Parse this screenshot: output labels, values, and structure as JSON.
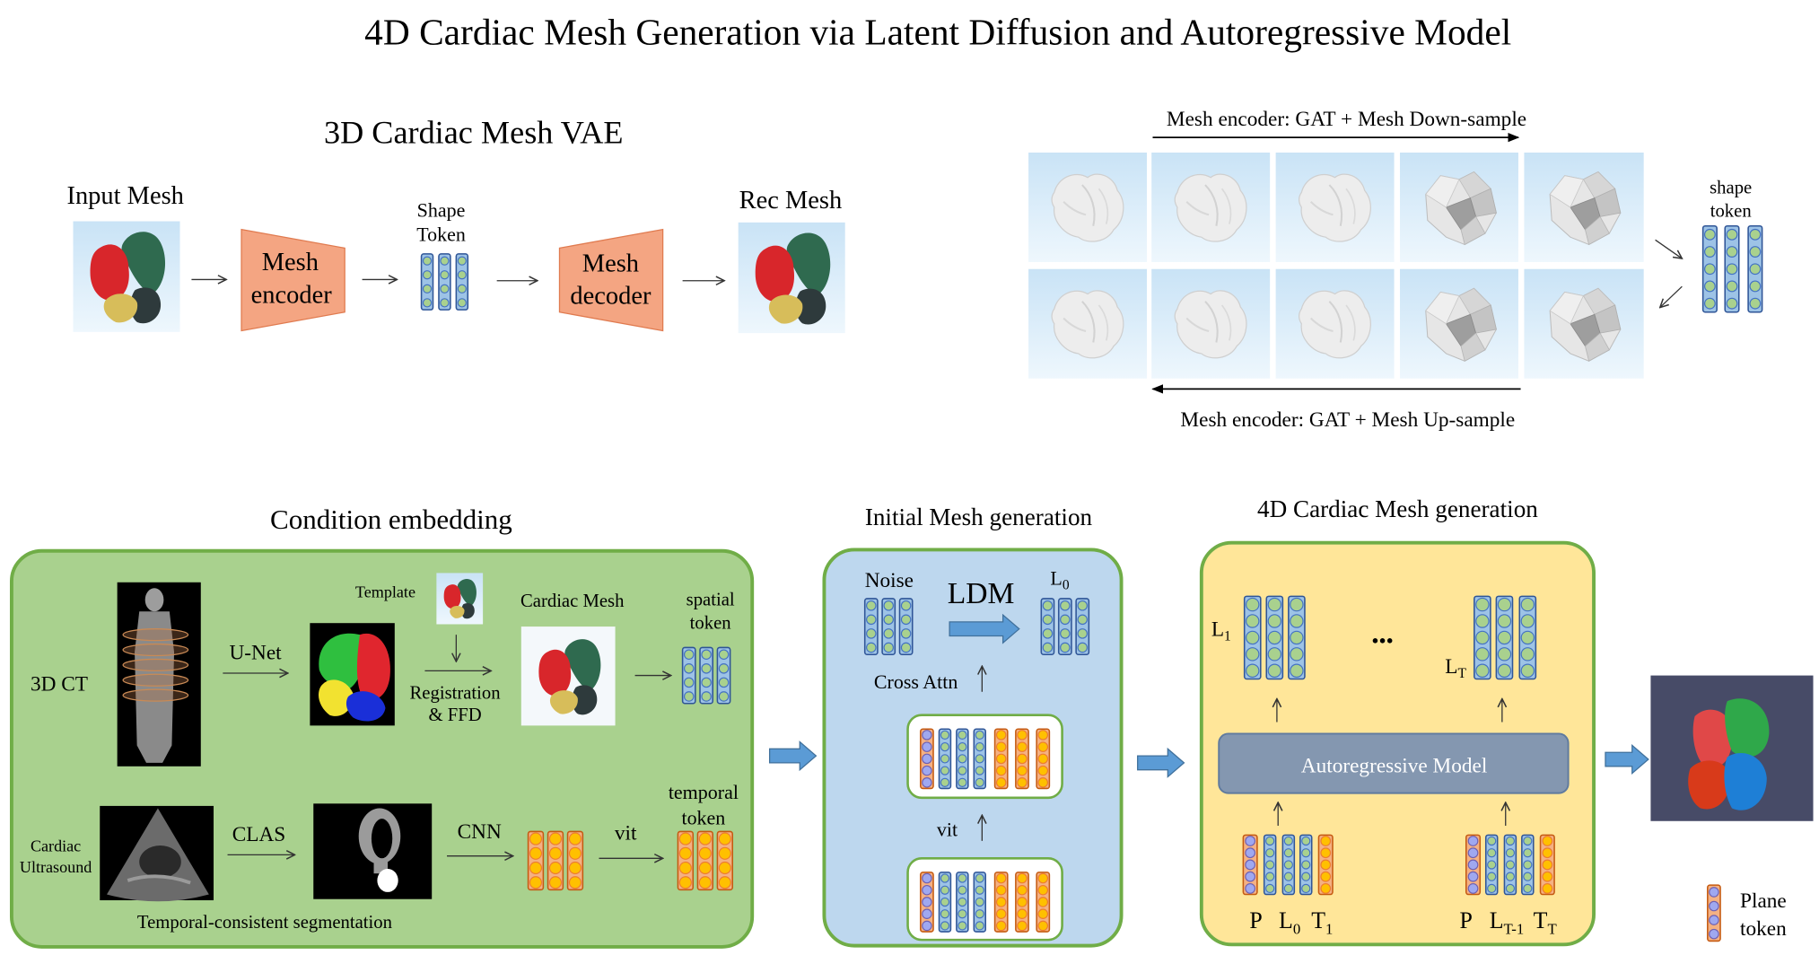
{
  "title": "4D Cardiac Mesh Generation via Latent Diffusion and Autoregressive Model",
  "vae": {
    "heading": "3D Cardiac Mesh VAE",
    "input_label": "Input Mesh",
    "encoder": [
      "Mesh",
      "encoder"
    ],
    "shape_token": [
      "Shape",
      "Token"
    ],
    "decoder": [
      "Mesh",
      "decoder"
    ],
    "rec_label": "Rec Mesh"
  },
  "hierarchy": {
    "down_label": "Mesh encoder: GAT + Mesh Down-sample",
    "up_label": "Mesh encoder: GAT + Mesh Up-sample",
    "token_label": [
      "shape",
      "token"
    ]
  },
  "condition": {
    "heading": "Condition embedding",
    "ct_label": "3D CT",
    "unet_label": "U-Net",
    "template_label": "Template",
    "registration": [
      "Registration",
      "& FFD"
    ],
    "cardiac_mesh_label": "Cardiac Mesh",
    "spatial_token": [
      "spatial",
      "token"
    ],
    "ultrasound_label": [
      "Cardiac",
      "Ultrasound"
    ],
    "clas_label": "CLAS",
    "cnn_label": "CNN",
    "vit_label": "vit",
    "temporal_token": [
      "temporal",
      "token"
    ],
    "caption": "Temporal-consistent segmentation"
  },
  "initial": {
    "heading": "Initial Mesh generation",
    "noise_label": "Noise",
    "ldm_label": "LDM",
    "latent": {
      "base": "L",
      "sub": "0"
    },
    "cross_attn_label": "Cross Attn",
    "vit_label": "vit"
  },
  "fourd": {
    "heading": "4D Cardiac Mesh generation",
    "first_latent": {
      "base": "L",
      "sub": "1"
    },
    "ellipsis": "•••",
    "last_latent": {
      "base": "L",
      "sub": "T"
    },
    "model_label": "Autoregressive Model",
    "left_inputs": [
      {
        "base": "P"
      },
      {
        "base": "L",
        "sub": "0"
      },
      {
        "base": "T",
        "sub": "1"
      }
    ],
    "right_inputs": [
      {
        "base": "P"
      },
      {
        "base": "L",
        "sub": "T-1"
      },
      {
        "base": "T",
        "sub": "T"
      }
    ]
  },
  "legend": {
    "label": [
      "Plane",
      "token"
    ]
  },
  "colors": {
    "condition_box": "#a9d18e",
    "initial_box": "#bdd7ee",
    "fourd_box": "#ffe699",
    "box_border": "#70ad47",
    "mesh_block": "#f4a582",
    "model_block": "#8497b0",
    "flow_arrow": "#5b9bd5",
    "tokens": {
      "blue": {
        "rect": "#9dc3e6",
        "stroke": "#2f5597",
        "dot": "#a9d18e",
        "dot_stroke": "#4472c4"
      },
      "orange": {
        "rect": "#f4b183",
        "stroke": "#c55a11",
        "dot": "#ffc000",
        "dot_stroke": "#ed7d31"
      },
      "plane": {
        "rect": "#f4b183",
        "stroke": "#c55a11",
        "dot": "#9fa8f0",
        "dot_stroke": "#7060b0"
      }
    }
  }
}
